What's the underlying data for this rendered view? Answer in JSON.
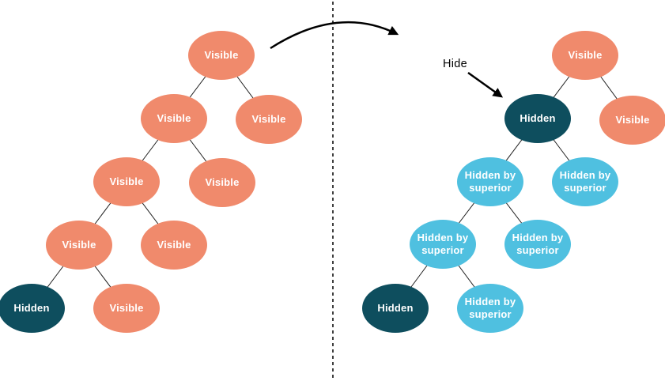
{
  "figure": {
    "hide_action_label": "Hide"
  },
  "palette": {
    "visible": "#F08A6C",
    "hidden": "#0E4E5E",
    "hidden_by_superior": "#4FC0E0",
    "node_text": "#FFFFFF",
    "edge": "#1F1F1F",
    "arrow": "#000000",
    "background": "#FFFFFF"
  },
  "trees": {
    "left": {
      "nodes": [
        {
          "label": "Visible",
          "state": "visible"
        },
        {
          "label": "Visible",
          "state": "visible"
        },
        {
          "label": "Visible",
          "state": "visible"
        },
        {
          "label": "Visible",
          "state": "visible"
        },
        {
          "label": "Visible",
          "state": "visible"
        },
        {
          "label": "Visible",
          "state": "visible"
        },
        {
          "label": "Visible",
          "state": "visible"
        },
        {
          "label": "Hidden",
          "state": "hidden"
        },
        {
          "label": "Visible",
          "state": "visible"
        }
      ]
    },
    "right": {
      "nodes": [
        {
          "label": "Visible",
          "state": "visible"
        },
        {
          "label": "Hidden",
          "state": "hidden"
        },
        {
          "label": "Visible",
          "state": "visible"
        },
        {
          "label": "Hidden by superior",
          "state": "hidden_by_superior"
        },
        {
          "label": "Hidden by superior",
          "state": "hidden_by_superior"
        },
        {
          "label": "Hidden by superior",
          "state": "hidden_by_superior"
        },
        {
          "label": "Hidden by superior",
          "state": "hidden_by_superior"
        },
        {
          "label": "Hidden",
          "state": "hidden"
        },
        {
          "label": "Hidden by superior",
          "state": "hidden_by_superior"
        }
      ]
    }
  }
}
